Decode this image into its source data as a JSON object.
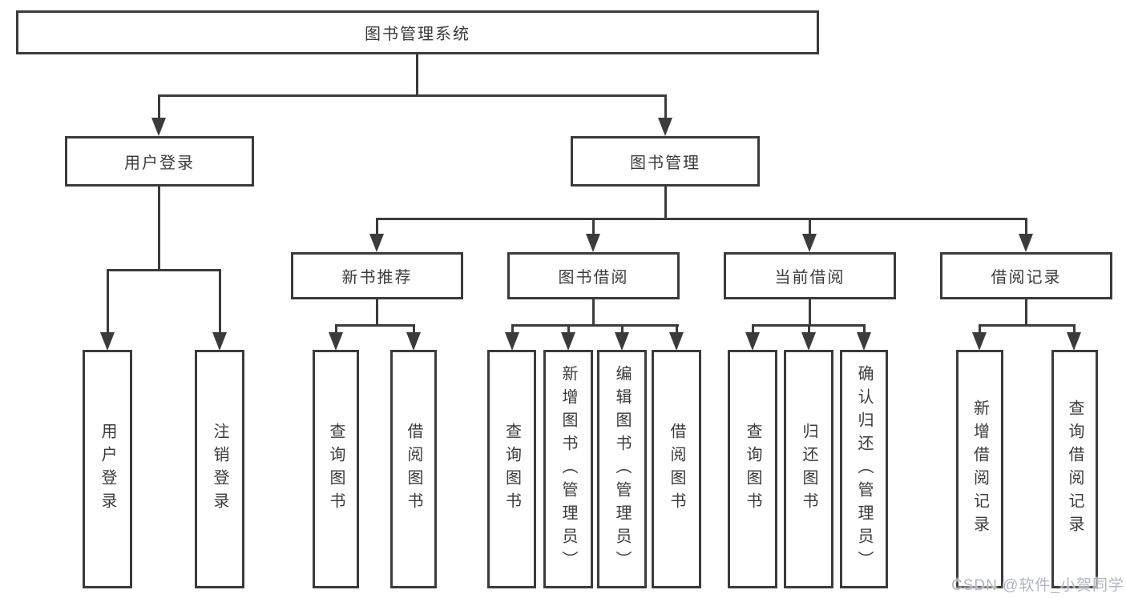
{
  "watermark": "CSDN @软件_小贺同学",
  "tree": {
    "root": {
      "label": "图书管理系统"
    },
    "branches": [
      {
        "label": "用户登录",
        "children": [
          {
            "label": "用户登录"
          },
          {
            "label": "注销登录"
          }
        ]
      },
      {
        "label": "图书管理",
        "children": [
          {
            "label": "新书推荐",
            "children": [
              {
                "label": "查询图书"
              },
              {
                "label": "借阅图书"
              }
            ]
          },
          {
            "label": "图书借阅",
            "children": [
              {
                "label": "查询图书"
              },
              {
                "label": "新增图书（管理员）"
              },
              {
                "label": "编辑图书（管理员）"
              },
              {
                "label": "借阅图书"
              }
            ]
          },
          {
            "label": "当前借阅",
            "children": [
              {
                "label": "查询图书"
              },
              {
                "label": "归还图书"
              },
              {
                "label": "确认归还（管理员）"
              }
            ]
          },
          {
            "label": "借阅记录",
            "children": [
              {
                "label": "新增借阅记录"
              },
              {
                "label": "查询借阅记录"
              }
            ]
          }
        ]
      }
    ]
  }
}
